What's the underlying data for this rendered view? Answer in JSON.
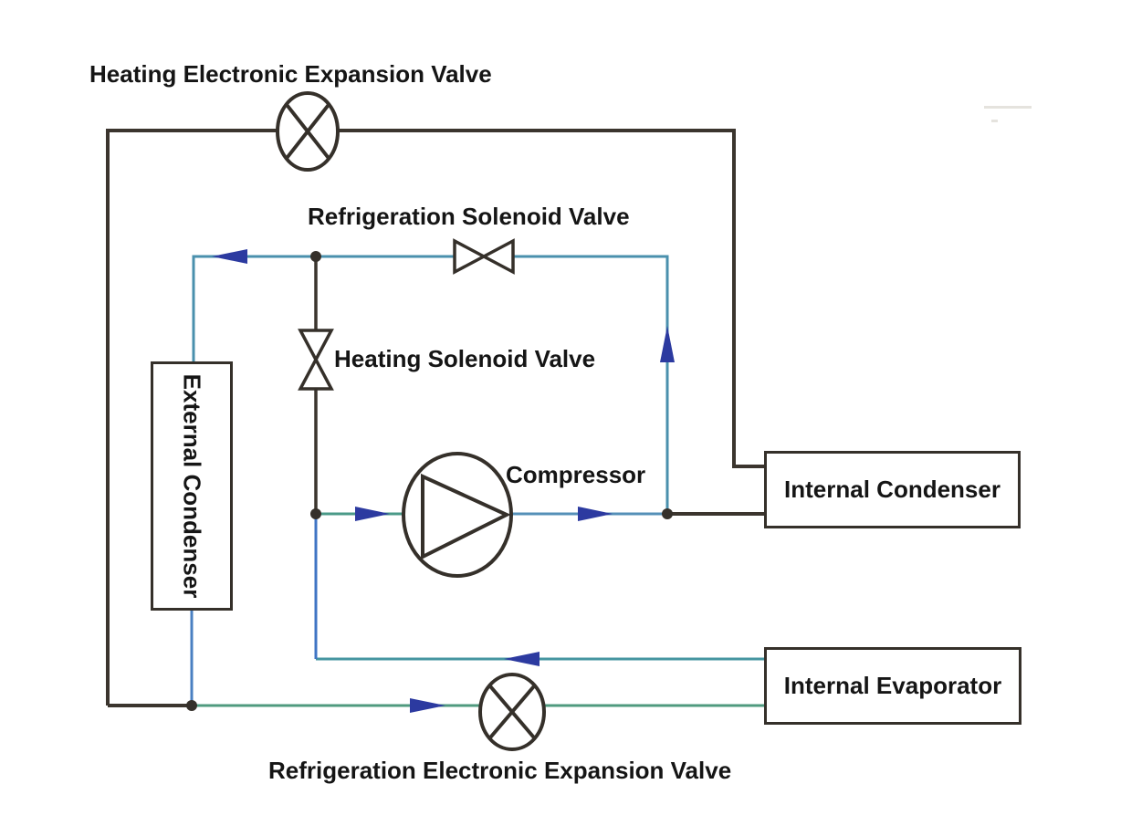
{
  "diagram": {
    "type": "refrigeration-heating-cycle-schematic",
    "labels": {
      "heating_eev": "Heating Electronic Expansion Valve",
      "refrigeration_sv": "Refrigeration Solenoid Valve",
      "heating_sv": "Heating Solenoid Valve",
      "compressor": "Compressor",
      "internal_condenser": "Internal Condenser",
      "internal_evaporator": "Internal Evaporator",
      "external_condenser": "External Condenser",
      "refrigeration_eev": "Refrigeration Electronic Expansion Valve"
    },
    "components": [
      {
        "id": "heating_eev",
        "symbol": "circle-with-x-valve",
        "label": "Heating Electronic Expansion Valve"
      },
      {
        "id": "refrigeration_sv",
        "symbol": "horizontal-bowtie-valve",
        "label": "Refrigeration Solenoid Valve"
      },
      {
        "id": "heating_sv",
        "symbol": "vertical-bowtie-valve",
        "label": "Heating Solenoid Valve"
      },
      {
        "id": "compressor",
        "symbol": "circle-with-triangle",
        "label": "Compressor"
      },
      {
        "id": "external_condenser",
        "symbol": "vertical-rectangle",
        "label": "External Condenser"
      },
      {
        "id": "internal_condenser",
        "symbol": "rectangle",
        "label": "Internal Condenser"
      },
      {
        "id": "internal_evaporator",
        "symbol": "rectangle",
        "label": "Internal Evaporator"
      },
      {
        "id": "refrigeration_eev",
        "symbol": "circle-with-x-valve",
        "label": "Refrigeration Electronic Expansion Valve"
      }
    ],
    "flow_arrows": [
      {
        "on": "refrigeration-solenoid-line",
        "direction": "left"
      },
      {
        "on": "internal-condenser-riser",
        "direction": "up"
      },
      {
        "on": "compressor-suction-line",
        "direction": "right"
      },
      {
        "on": "compressor-discharge-line",
        "direction": "right"
      },
      {
        "on": "evaporator-suction-line",
        "direction": "left"
      },
      {
        "on": "liquid-line-to-evaporator",
        "direction": "right"
      }
    ],
    "colors": {
      "line_dark": "#3b352e",
      "line_teal": "#4a90ad",
      "line_blue": "#4a80c2",
      "line_green": "#4f9a7e",
      "arrow_blue": "#2c3aa0",
      "text": "#151515",
      "background": "#ffffff"
    }
  }
}
